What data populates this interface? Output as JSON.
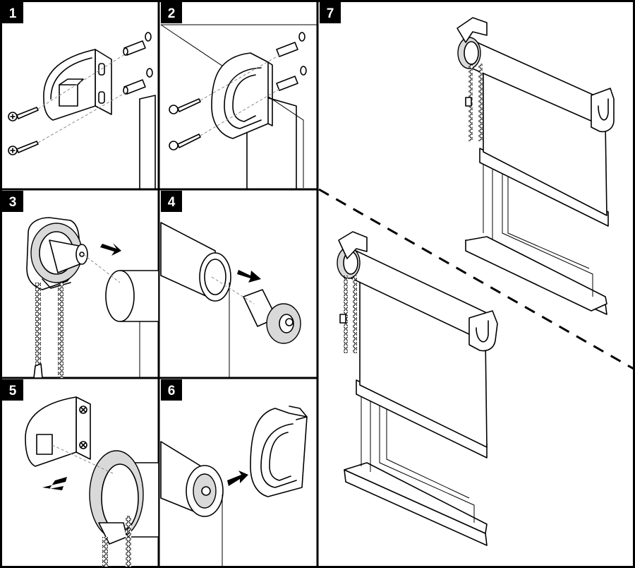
{
  "panels": [
    {
      "id": "panel-1",
      "step": "1"
    },
    {
      "id": "panel-2",
      "step": "2"
    },
    {
      "id": "panel-3",
      "step": "3"
    },
    {
      "id": "panel-4",
      "step": "4"
    },
    {
      "id": "panel-5",
      "step": "5"
    },
    {
      "id": "panel-6",
      "step": "6"
    },
    {
      "id": "panel-7",
      "step": "7"
    }
  ],
  "colors": {
    "line": "#000000",
    "paper": "#ffffff",
    "badge": "#000000",
    "fill": "#d9d9d9"
  }
}
